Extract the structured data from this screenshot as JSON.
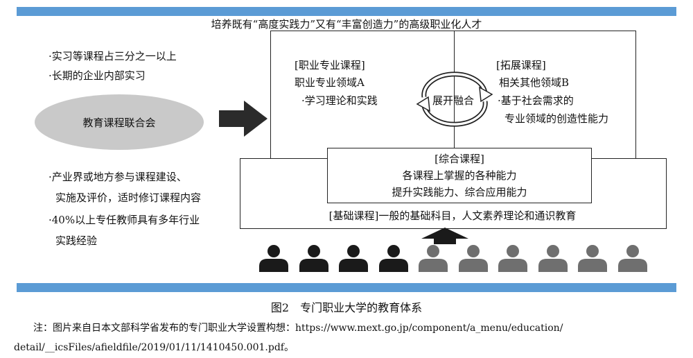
{
  "goal_title": "培养既有“高度实践力”又有“丰富创造力”的高级职业化人才",
  "left_bullets_top": [
    "·实习等课程占三分之一以上",
    "·长期的企业内部实习"
  ],
  "council": "教育课程联合会",
  "left_bullets_bottom": [
    "·产业界或地方参与课程建设、",
    "实施及评价，适时修订课程内容",
    "·40%以上专任教师具有多年行业",
    "实践经验"
  ],
  "professional": {
    "heading": "[职业专业课程]",
    "line1": "职业专业领域A",
    "line2": "·学习理论和实践"
  },
  "expansion": {
    "heading": "[拓展课程]",
    "line1": "相关其他领域B",
    "line2": "·基于社会需求的",
    "line3": "专业领域的创造性能力"
  },
  "fusion_label": "展开融合",
  "comprehensive": {
    "heading": "[综合课程]",
    "line1": "各课程上掌握的各种能力",
    "line2": "提升实践能力、综合应用能力"
  },
  "foundation": "[基础课程]一般的基础科目，人文素养理论和通识教育",
  "people": {
    "count": 10,
    "dark_count": 4,
    "dark_color": "#1a1a1a",
    "light_color": "#6f6f6f"
  },
  "colors": {
    "band": "#5b9bd5",
    "ellipse": "#c9c9c9"
  },
  "caption": "图2　专门职业大学的教育体系",
  "note_line1": "注：图片来自日本文部科学省发布的专门职业大学设置构想：https://www.mext.go.jp/component/a_menu/education/",
  "note_line2": "detail/__icsFiles/afieldfile/2019/01/11/1410450.001.pdf。"
}
